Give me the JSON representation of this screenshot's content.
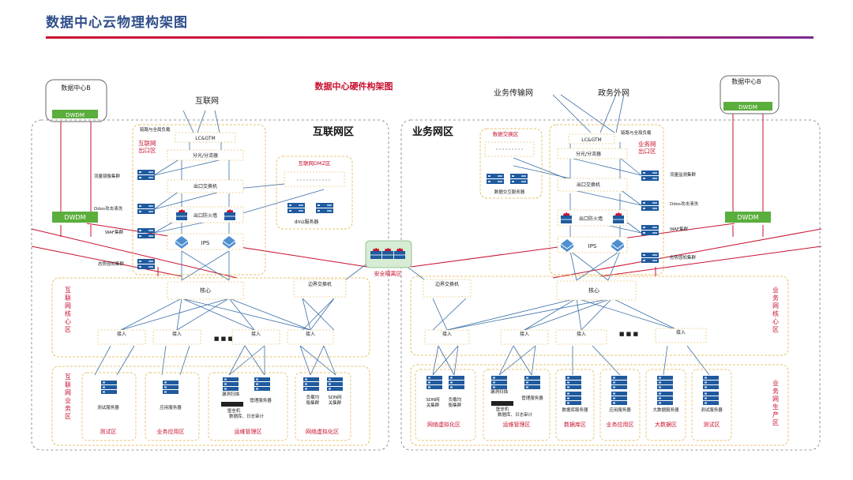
{
  "slide_title": "数据中心云物理构架图",
  "diagram_title": "数据中心硬件构架图",
  "colors": {
    "title_blue": "#2f4f8a",
    "accent_red": "#c8102e",
    "zone_orange": "#e0b040",
    "device_blue": "#1f5a9e",
    "dwdm_green": "#5aae3c",
    "link_blue": "#3a6ea8",
    "link_red": "#c8102e"
  },
  "left_dc": {
    "label": "数据中心B",
    "dwdm": "DWDM"
  },
  "right_dc": {
    "label": "数据中心B",
    "dwdm": "DWDM"
  },
  "dwdm_left": "DWDM",
  "dwdm_right": "DWDM",
  "internet_cloud": "互联网",
  "biz_cloud": "业务传输网",
  "gov_cloud": "政务外网",
  "internet_zone": {
    "title": "互联网区",
    "egress_label": "互联网\n出口区",
    "lb_label": "链路与全局负载",
    "lc_gtm": "LC&GTM",
    "splitter": "分光/分流器",
    "egress_switch": "出口交换机",
    "egress_fw": "出口防火墙",
    "ips": "IPS",
    "side_labels": [
      "流量镜像集群",
      "Ddos攻击清洗",
      "WAF集群",
      "态势感知集群"
    ],
    "dmz_title": "互联网DMZ区",
    "dmz_server": "dmz服务器"
  },
  "biz_zone": {
    "title": "业务网区",
    "exchange_title": "数据交换区",
    "exchange_server": "数据交互服务器",
    "lb_label": "链路与全局负载",
    "egress_label": "业务网\n出口区",
    "lc_gtm": "LC&GTM",
    "splitter": "分光/分流器",
    "egress_switch": "出口交换机",
    "egress_fw": "出口防火墙",
    "ips": "IPS",
    "side_labels": [
      "流量监测集群",
      "Ddos攻击清洗",
      "WAF集群",
      "态势感知集群"
    ]
  },
  "security_zone": "安全隔离区",
  "left_core": {
    "vertical_label": "互联网核心区",
    "core": "核心",
    "border_switch": "边界交换机",
    "access": [
      "接入",
      "接入",
      "接入",
      "接入"
    ],
    "ellipsis": "■ ■ ■"
  },
  "right_core": {
    "vertical_label": "业务网核心区",
    "core": "核心",
    "border_switch": "边界交换机",
    "access": [
      "接入",
      "接入",
      "接入",
      "接入"
    ],
    "ellipsis": "■ ■ ■"
  },
  "left_service": {
    "vertical_label": "互联网业务区",
    "zones": [
      {
        "name": "测试区",
        "servers": [
          "测试服务器"
        ]
      },
      {
        "name": "业务应用区",
        "servers": [
          "应用服务器"
        ]
      },
      {
        "name": "运维管理区",
        "servers": [
          "漏洞扫描",
          "管理服务器",
          "堡垒机\n数据库、日志审计"
        ]
      },
      {
        "name": "网络虚拟化区",
        "servers": [
          "负载均\n衡集群",
          "SDN网\n关集群"
        ]
      }
    ]
  },
  "right_service": {
    "vertical_label": "业务网生产区",
    "zones": [
      {
        "name": "网络虚拟化区",
        "servers": [
          "SDN网\n关集群",
          "负载均\n衡集群"
        ]
      },
      {
        "name": "运维管理区",
        "servers": [
          "漏洞扫描",
          "管理服务器",
          "堡垒机\n数据库、日志审计"
        ]
      },
      {
        "name": "数据库区",
        "servers": [
          "数据库服务器"
        ]
      },
      {
        "name": "业务应用区",
        "servers": [
          "应用服务器"
        ]
      },
      {
        "name": "大数据区",
        "servers": [
          "大数据服务器"
        ]
      },
      {
        "name": "测试区",
        "servers": [
          "测试服务器"
        ]
      }
    ]
  }
}
